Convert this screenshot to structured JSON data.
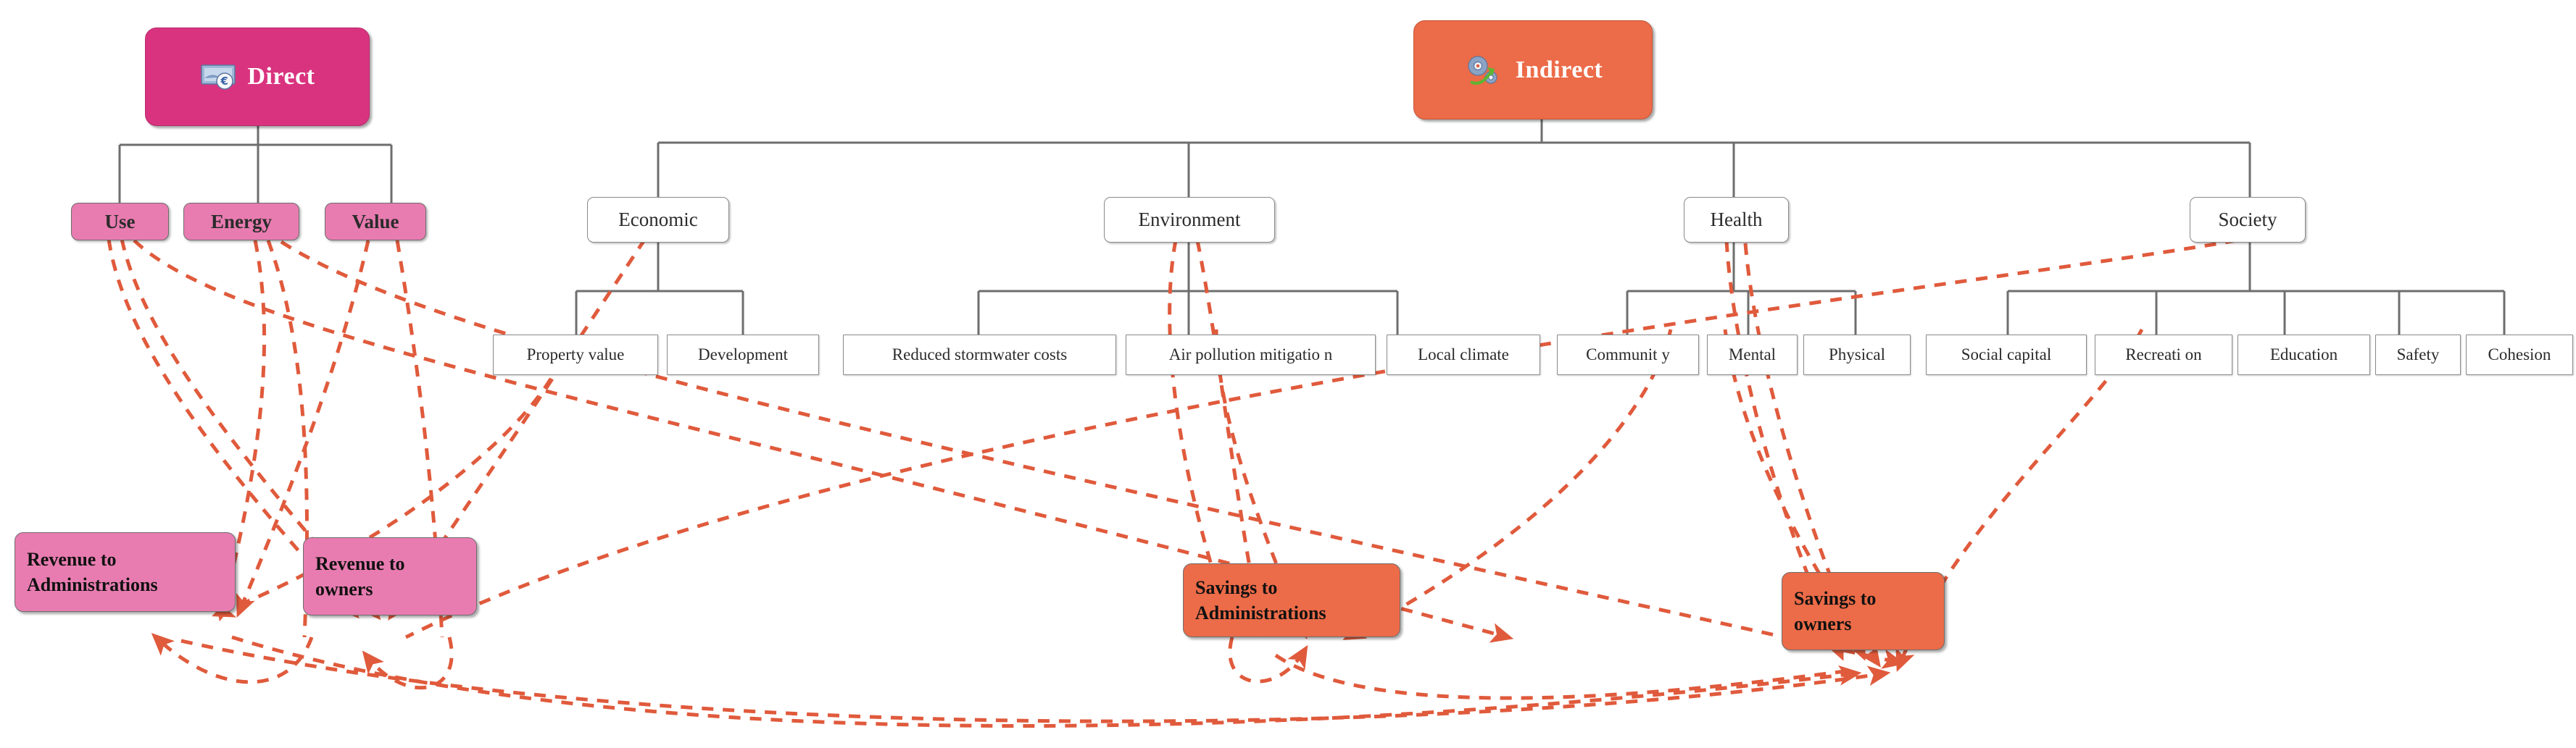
{
  "diagram": {
    "title_direct": "Direct",
    "title_indirect": "Indirect",
    "icons": {
      "direct": "euro-banknote-icon",
      "indirect": "gears-growth-icon"
    },
    "colors": {
      "direct_root": "#d9337f",
      "indirect_root": "#ec6b48",
      "level1_pink": "#e87cb0",
      "outcome_orange": "#ec6b48",
      "link_dashed": "#e05a3c",
      "tree_line": "#6e6e6e",
      "box_border": "#8a8a8a",
      "text": "#2b2b2b"
    }
  },
  "direct_branch": {
    "root_label": "Direct",
    "children": [
      {
        "label": "Use"
      },
      {
        "label": "Energy"
      },
      {
        "label": "Value"
      }
    ],
    "outcomes": [
      {
        "line1": "Revenue to",
        "line2": "Administrations"
      },
      {
        "line1": "Revenue to",
        "line2": "owners"
      }
    ]
  },
  "indirect_branch": {
    "root_label": "Indirect",
    "categories": [
      {
        "label": "Economic",
        "leaves": [
          {
            "label": "Property value"
          },
          {
            "label": "Development"
          }
        ]
      },
      {
        "label": "Environment",
        "leaves": [
          {
            "label": "Reduced stormwater  costs"
          },
          {
            "label": "Air pollution mitigatio n"
          },
          {
            "label": "Local climate"
          }
        ]
      },
      {
        "label": "Health",
        "leaves": [
          {
            "label": "Communit y"
          },
          {
            "label": "Mental"
          },
          {
            "label": "Physical"
          }
        ]
      },
      {
        "label": "Society",
        "leaves": [
          {
            "label": "Social capital"
          },
          {
            "label": "Recreati on"
          },
          {
            "label": "Education"
          },
          {
            "label": "Safety"
          },
          {
            "label": "Cohesion"
          }
        ]
      }
    ],
    "outcomes": [
      {
        "line1": "Savings to",
        "line2": "Administrations"
      },
      {
        "line1": "Savings to",
        "line2": "owners"
      }
    ]
  }
}
